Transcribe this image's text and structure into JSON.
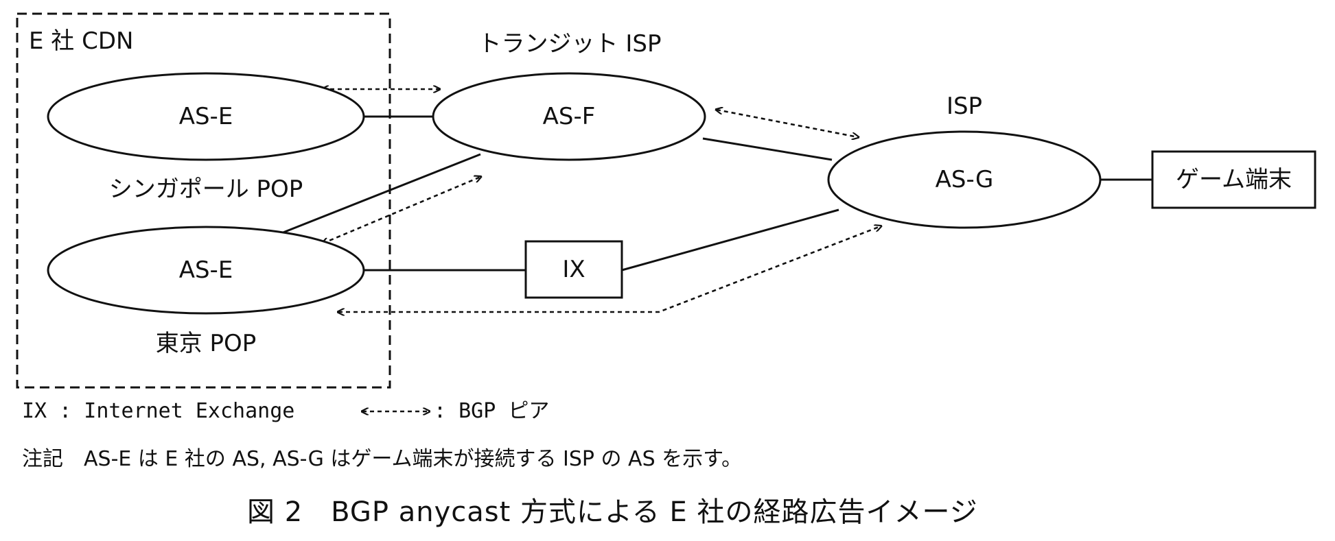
{
  "cdn_region": {
    "label": "E 社 CDN"
  },
  "nodes": {
    "singapore": {
      "as": "AS-E",
      "pop_label": "シンガポール POP"
    },
    "tokyo": {
      "as": "AS-E",
      "pop_label": "東京 POP"
    },
    "transit": {
      "as": "AS-F",
      "group_label": "トランジット ISP"
    },
    "isp": {
      "as": "AS-G",
      "group_label": "ISP"
    },
    "ix": {
      "label": "IX"
    },
    "game": {
      "label": "ゲーム端末"
    }
  },
  "legend": {
    "ix_definition": "IX : Internet Exchange",
    "bgp_peer_label": ": BGP ピア"
  },
  "note": "注記　AS-E は E 社の AS, AS-G はゲーム端末が接続する ISP の AS を示す。",
  "caption": "図 2　BGP anycast 方式による E 社の経路広告イメージ",
  "colors": {
    "stroke": "#111111",
    "background": "#ffffff"
  }
}
